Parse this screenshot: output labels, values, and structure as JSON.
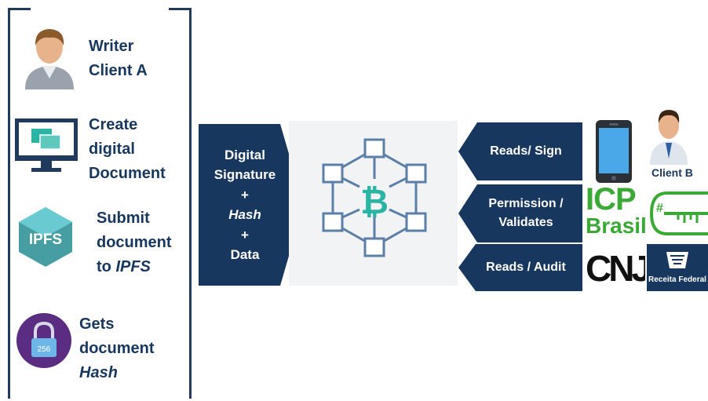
{
  "left_steps": [
    {
      "lines": [
        "Writer",
        "Client A"
      ],
      "icon": "user-icon"
    },
    {
      "lines": [
        "Create",
        "digital",
        "Document"
      ],
      "icon": "monitor-icon"
    },
    {
      "lines": [
        "Submit",
        "document",
        "to "
      ],
      "italic_tail": "IPFS",
      "icon": "ipfs-icon",
      "badge": "IPFS"
    },
    {
      "lines": [
        "Gets",
        "document"
      ],
      "italic_line": "Hash",
      "icon": "lock-icon",
      "badge": "256"
    }
  ],
  "center_box": {
    "line1": "Digital",
    "line2": "Signature",
    "plus1": "+",
    "hash": "Hash",
    "plus2": "+",
    "data": "Data"
  },
  "right_actions": [
    {
      "lines": [
        "Reads/ Sign"
      ]
    },
    {
      "lines": [
        "Permission /",
        "Validates"
      ]
    },
    {
      "lines": [
        "Reads / Audit"
      ]
    }
  ],
  "client_b": "Client B",
  "logos": {
    "icp_line1": "ICP",
    "icp_line2": "Brasil",
    "cnj": "CNJ",
    "receita": "Receita Federal"
  },
  "colors": {
    "navy": "#17375e",
    "teal": "#2bb3a3",
    "hex_blue": "#5b7fa6",
    "icp_green": "#3aa935",
    "purple": "#5b2d82"
  }
}
